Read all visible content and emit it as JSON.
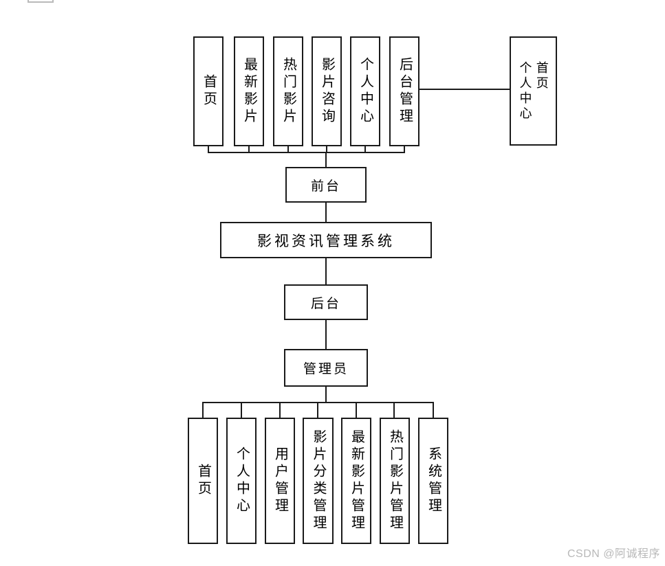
{
  "diagram": {
    "root_label": "影视资讯管理系统",
    "front": {
      "label": "前台",
      "modules": [
        "首页",
        "最新影片",
        "热门影片",
        "影片咨询",
        "个人中心",
        "后台管理"
      ],
      "side_box_label": "首页\n个人中心"
    },
    "back": {
      "label": "后台",
      "role_label": "管理员",
      "modules": [
        "首页",
        "个人中心",
        "用户管理",
        "影片分类管理",
        "最新影片管理",
        "热门影片管理",
        "系统管理"
      ]
    }
  },
  "watermark": "CSDN @阿诚程序",
  "colors": {
    "line": "#1a1a1a",
    "box_border": "#1a1a1a",
    "background": "#ffffff",
    "watermark_text": "#b8b8b8",
    "partial_box_border": "#b9b9b9"
  }
}
